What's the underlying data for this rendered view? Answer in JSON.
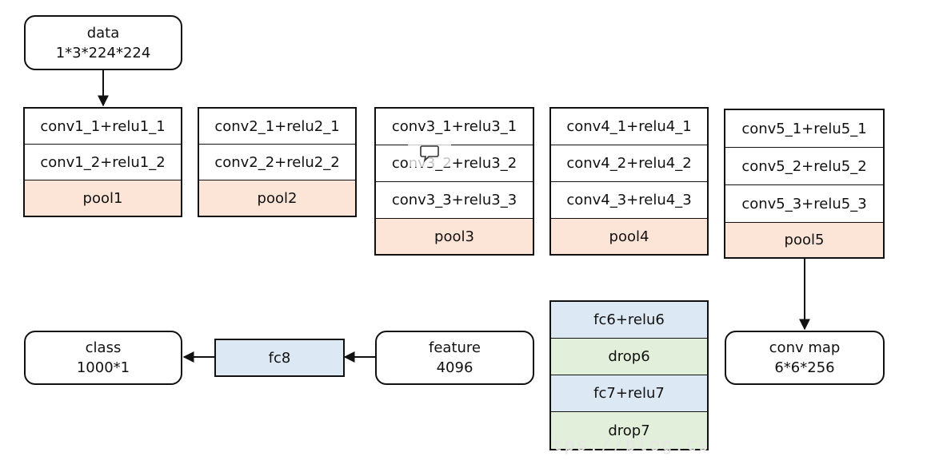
{
  "input": {
    "name": "data",
    "shape": "1*3*224*224"
  },
  "blocks": [
    {
      "id": "block1",
      "layers": [
        "conv1_1+relu1_1",
        "conv1_2+relu1_2"
      ],
      "pool": "pool1"
    },
    {
      "id": "block2",
      "layers": [
        "conv2_1+relu2_1",
        "conv2_2+relu2_2"
      ],
      "pool": "pool2"
    },
    {
      "id": "block3",
      "layers": [
        "conv3_1+relu3_1",
        "conv3_2+relu3_2",
        "conv3_3+relu3_3"
      ],
      "pool": "pool3"
    },
    {
      "id": "block4",
      "layers": [
        "conv4_1+relu4_1",
        "conv4_2+relu4_2",
        "conv4_3+relu4_3"
      ],
      "pool": "pool4"
    },
    {
      "id": "block5",
      "layers": [
        "conv5_1+relu5_1",
        "conv5_2+relu5_2",
        "conv5_3+relu5_3"
      ],
      "pool": "pool5"
    }
  ],
  "conv_map": {
    "name": "conv map",
    "shape": "6*6*256"
  },
  "fc_stack": [
    "fc6+relu6",
    "drop6",
    "fc7+relu7",
    "drop7"
  ],
  "feature": {
    "name": "feature",
    "shape": "4096"
  },
  "fc8": "fc8",
  "output": {
    "name": "class",
    "shape": "1000*1"
  },
  "colors": {
    "pool": "#fce4d6",
    "fc": "#dde8f5",
    "drop": "#e2efda",
    "border": "#111111"
  },
  "icons": {
    "comment": "speech-bubble-icon"
  },
  "watermark": "tps://blog.cs"
}
